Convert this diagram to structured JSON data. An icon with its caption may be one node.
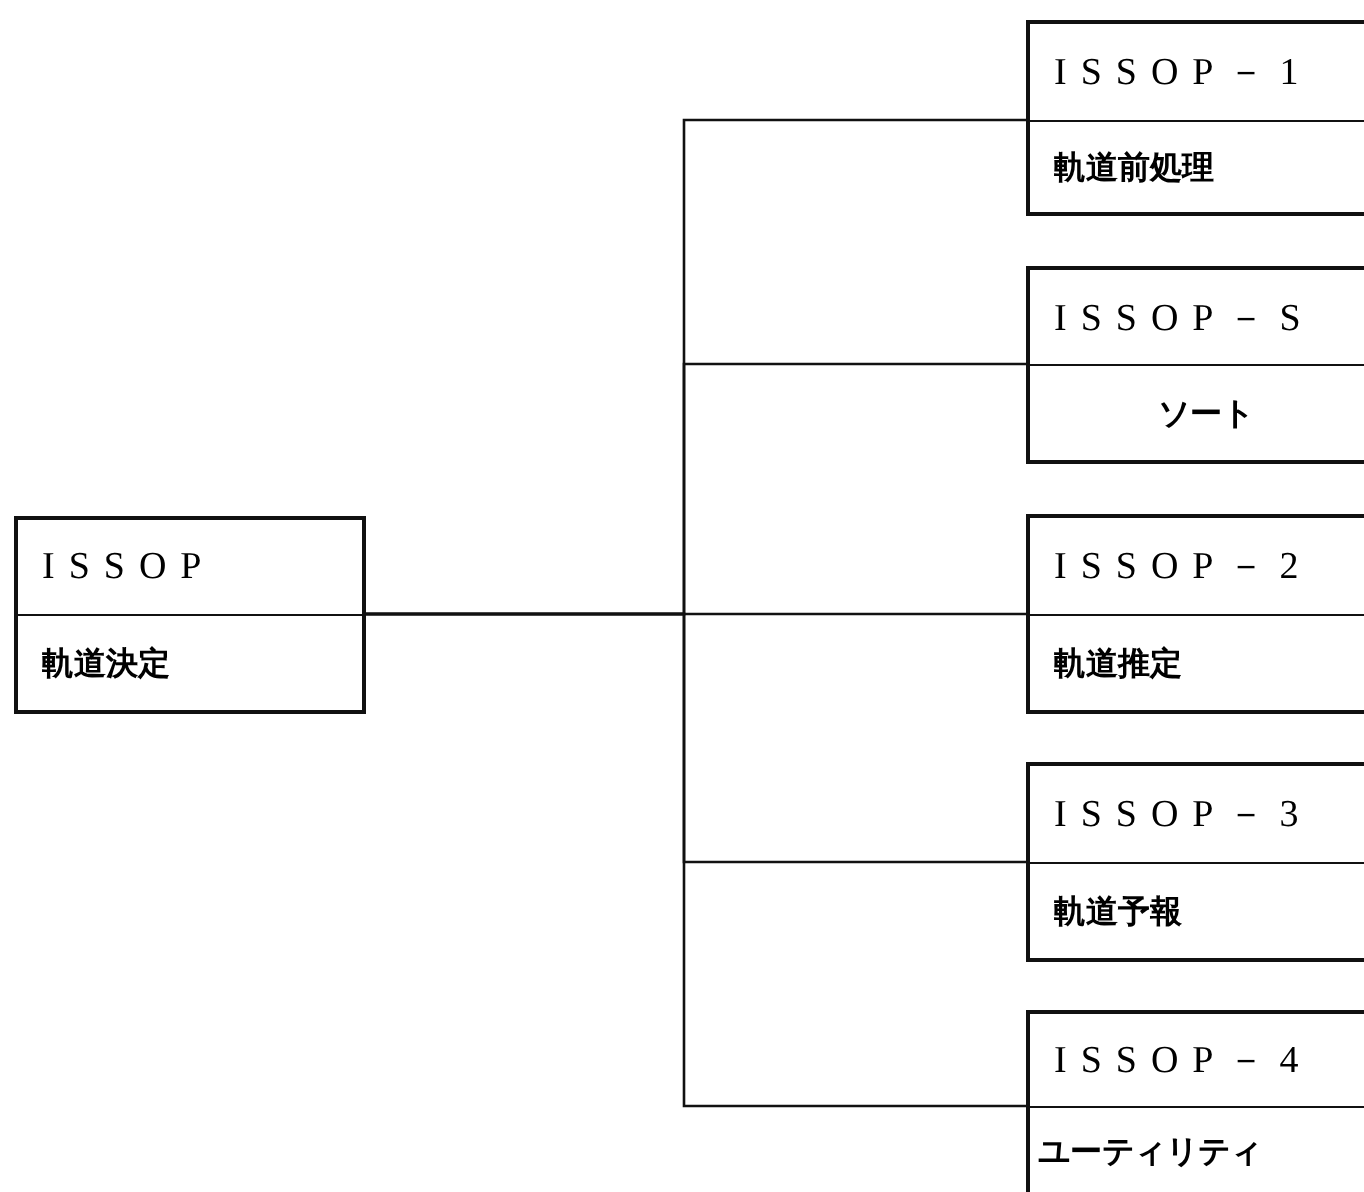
{
  "diagram": {
    "nodes": [
      {
        "text": [
          "ISSOP",
          "軌道決定"
        ]
      },
      {
        "text": [
          "ISSOP－1",
          "軌道前処理"
        ]
      },
      {
        "text": [
          "ISSOP－S",
          "ソート"
        ]
      },
      {
        "text": [
          "ISSOP－2",
          "軌道推定"
        ]
      },
      {
        "text": [
          "ISSOP－3",
          "軌道予報"
        ]
      },
      {
        "text": [
          "ISSOP－4",
          "ユーティリティ"
        ]
      }
    ],
    "edges": [
      {
        "from": 0,
        "to": 1,
        "arrow": "none"
      },
      {
        "from": 0,
        "to": 2,
        "arrow": "none"
      },
      {
        "from": 0,
        "to": 3,
        "arrow": "none"
      },
      {
        "from": 0,
        "to": 4,
        "arrow": "none"
      },
      {
        "from": 0,
        "to": 5,
        "arrow": "none"
      }
    ]
  }
}
